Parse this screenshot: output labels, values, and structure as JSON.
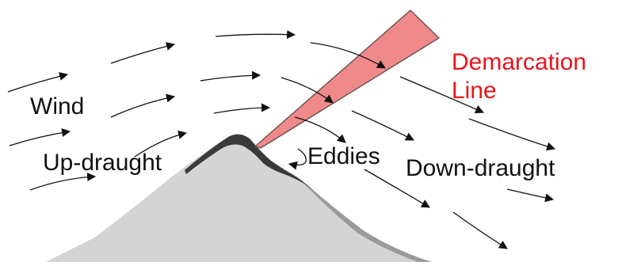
{
  "labels": {
    "wind": "Wind",
    "up_draught": "Up-draught",
    "eddies": "Eddies",
    "down_draught": "Down-draught",
    "demarcation_line_1": "Demarcation",
    "demarcation_line_2": "Line"
  },
  "colors": {
    "demarcation_text": "#e8141b",
    "demarcation_band": "#f08a8a",
    "mountain_fill": "#d4d4d4",
    "mountain_ridge": "#3a3a3a",
    "arrow": "#111111"
  }
}
